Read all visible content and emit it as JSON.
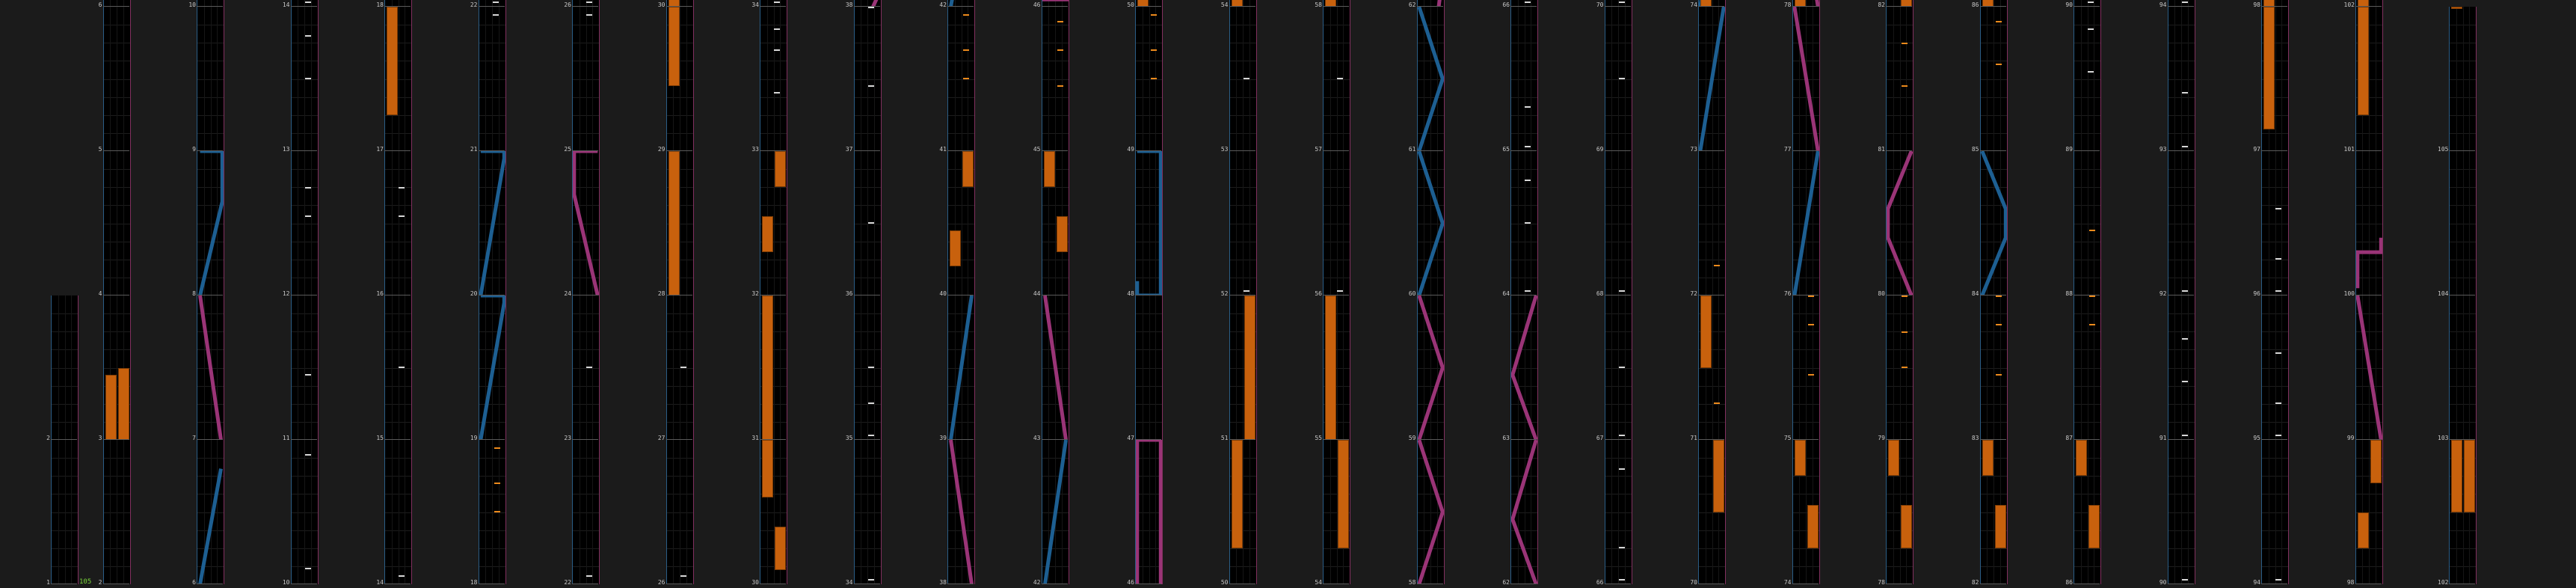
{
  "colors": {
    "background": "#1b1b1b",
    "lane": "#000000",
    "hold_bar": "#c8610d",
    "tap_white": "#d8d8d8",
    "tap_orange": "#ec8a1c",
    "slide_blue": "#1d5f92",
    "slide_pink": "#9a3477",
    "lane_border_left": "#2a5d86",
    "lane_border_right": "#82305f",
    "counter_green": "#7ad53a"
  },
  "columns": [
    {
      "cells": [
        {
          "label": "1"
        },
        {
          "label": "2",
          "count": "105"
        }
      ]
    },
    {
      "cells": [
        {
          "label": "2"
        },
        {
          "label": "3"
        },
        {
          "label": "4"
        },
        {
          "label": "5"
        },
        {
          "label": "6"
        }
      ]
    },
    {
      "cells": [
        {
          "label": "6"
        },
        {
          "label": "7"
        },
        {
          "label": "8"
        },
        {
          "label": "9"
        },
        {
          "label": "10"
        }
      ]
    },
    {
      "cells": [
        {
          "label": "10"
        },
        {
          "label": "11"
        },
        {
          "label": "12"
        },
        {
          "label": "13"
        },
        {
          "label": "14"
        }
      ]
    },
    {
      "cells": [
        {
          "label": "14"
        },
        {
          "label": "15"
        },
        {
          "label": "16"
        },
        {
          "label": "17"
        },
        {
          "label": "18"
        }
      ]
    },
    {
      "cells": [
        {
          "label": "18"
        },
        {
          "label": "19"
        },
        {
          "label": "20"
        },
        {
          "label": "21"
        },
        {
          "label": "22"
        }
      ]
    },
    {
      "cells": [
        {
          "label": "22"
        },
        {
          "label": "23"
        },
        {
          "label": "24"
        },
        {
          "label": "25"
        },
        {
          "label": "26"
        }
      ]
    },
    {
      "cells": [
        {
          "label": "26"
        },
        {
          "label": "27"
        },
        {
          "label": "28"
        },
        {
          "label": "29"
        },
        {
          "label": "30"
        }
      ]
    },
    {
      "cells": [
        {
          "label": "30"
        },
        {
          "label": "31"
        },
        {
          "label": "32"
        },
        {
          "label": "33"
        },
        {
          "label": "34"
        }
      ]
    },
    {
      "cells": [
        {
          "label": "34"
        },
        {
          "label": "35"
        },
        {
          "label": "36"
        },
        {
          "label": "37"
        },
        {
          "label": "38"
        }
      ]
    },
    {
      "cells": [
        {
          "label": "38"
        },
        {
          "label": "39"
        },
        {
          "label": "40"
        },
        {
          "label": "41"
        },
        {
          "label": "42"
        }
      ]
    },
    {
      "cells": [
        {
          "label": "42"
        },
        {
          "label": "43"
        },
        {
          "label": "44"
        },
        {
          "label": "45"
        },
        {
          "label": "46"
        }
      ]
    },
    {
      "cells": [
        {
          "label": "46"
        },
        {
          "label": "47"
        },
        {
          "label": "48"
        },
        {
          "label": "49"
        },
        {
          "label": "50"
        }
      ]
    },
    {
      "cells": [
        {
          "label": "50"
        },
        {
          "label": "51"
        },
        {
          "label": "52"
        },
        {
          "label": "53"
        },
        {
          "label": "54"
        }
      ]
    },
    {
      "cells": [
        {
          "label": "54"
        },
        {
          "label": "55"
        },
        {
          "label": "56"
        },
        {
          "label": "57"
        },
        {
          "label": "58"
        }
      ]
    },
    {
      "cells": [
        {
          "label": "58"
        },
        {
          "label": "59"
        },
        {
          "label": "60"
        },
        {
          "label": "61"
        },
        {
          "label": "62"
        }
      ]
    },
    {
      "cells": [
        {
          "label": "62"
        },
        {
          "label": "63"
        },
        {
          "label": "64"
        },
        {
          "label": "65"
        },
        {
          "label": "66"
        }
      ]
    },
    {
      "cells": [
        {
          "label": "66"
        },
        {
          "label": "67"
        },
        {
          "label": "68"
        },
        {
          "label": "69"
        },
        {
          "label": "70"
        }
      ]
    },
    {
      "cells": [
        {
          "label": "70"
        },
        {
          "label": "71"
        },
        {
          "label": "72"
        },
        {
          "label": "73"
        },
        {
          "label": "74"
        }
      ]
    },
    {
      "cells": [
        {
          "label": "74"
        },
        {
          "label": "75"
        },
        {
          "label": "76"
        },
        {
          "label": "77"
        },
        {
          "label": "78"
        }
      ]
    },
    {
      "cells": [
        {
          "label": "78"
        },
        {
          "label": "79"
        },
        {
          "label": "80"
        },
        {
          "label": "81"
        },
        {
          "label": "82"
        }
      ]
    },
    {
      "cells": [
        {
          "label": "82"
        },
        {
          "label": "83"
        },
        {
          "label": "84"
        },
        {
          "label": "85"
        },
        {
          "label": "86"
        }
      ]
    },
    {
      "cells": [
        {
          "label": "86"
        },
        {
          "label": "87"
        },
        {
          "label": "88"
        },
        {
          "label": "89"
        },
        {
          "label": "90"
        }
      ]
    },
    {
      "cells": [
        {
          "label": "90"
        },
        {
          "label": "91"
        },
        {
          "label": "92"
        },
        {
          "label": "93"
        },
        {
          "label": "94"
        }
      ]
    },
    {
      "cells": [
        {
          "label": "94"
        },
        {
          "label": "95"
        },
        {
          "label": "96"
        },
        {
          "label": "97"
        },
        {
          "label": "98"
        }
      ]
    },
    {
      "cells": [
        {
          "label": "98"
        },
        {
          "label": "99"
        },
        {
          "label": "100"
        },
        {
          "label": "101"
        },
        {
          "label": "102"
        }
      ]
    },
    {
      "cells": [
        {
          "label": "102"
        },
        {
          "label": "103"
        },
        {
          "label": "104"
        },
        {
          "label": "105"
        }
      ]
    }
  ]
}
